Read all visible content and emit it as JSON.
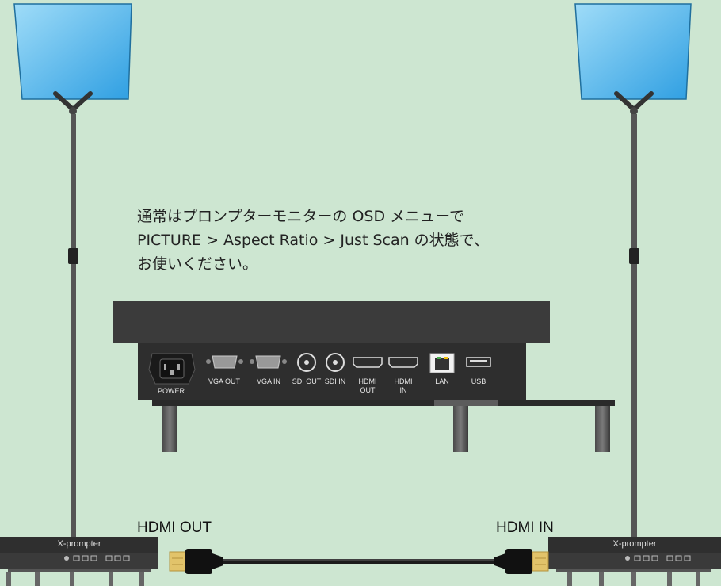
{
  "note": {
    "line1": "通常はプロンプターモニターの OSD メニューで",
    "line2": "PICTURE > Aspect Ratio > Just Scan の状態で、",
    "line3": "お使いください。"
  },
  "monitor_ports": {
    "power": "POWER",
    "vga_out": "VGA OUT",
    "vga_in": "VGA IN",
    "sdi_out": "SDI OUT",
    "sdi_in": "SDI IN",
    "hdmi_out_1": "HDMI",
    "hdmi_out_2": "OUT",
    "hdmi_in_1": "HDMI",
    "hdmi_in_2": "IN",
    "lan": "LAN",
    "usb": "USB"
  },
  "cable": {
    "left_label": "HDMI OUT",
    "right_label": "HDMI IN"
  },
  "prompter": {
    "left_brand": "X-prompter",
    "right_brand": "X-prompter"
  },
  "colors": {
    "background": "#cde6d1",
    "glass": "#5ab8ec",
    "device": "#3d3d3d",
    "connector_gold": "#e2c36a"
  }
}
